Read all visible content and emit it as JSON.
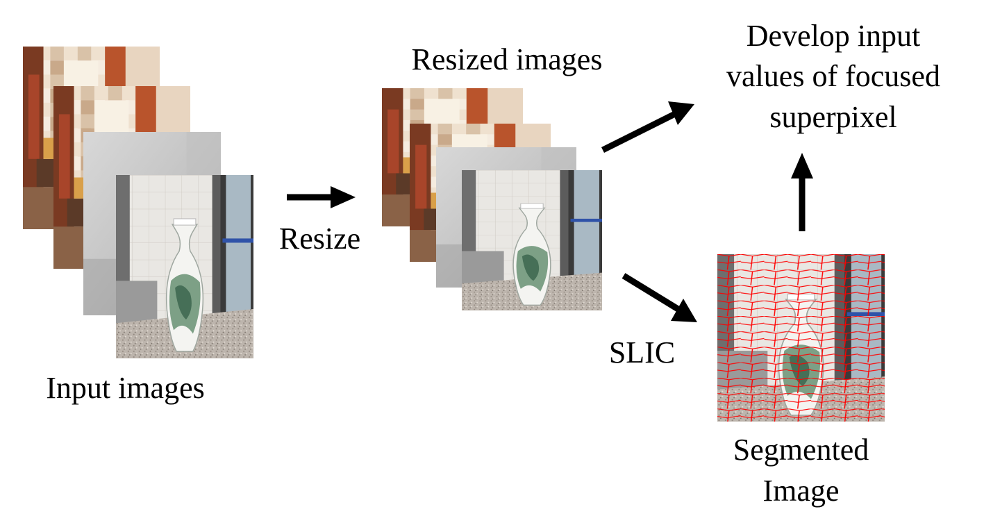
{
  "labels": {
    "input_images": "Input images",
    "resize": "Resize",
    "resized_images": "Resized images",
    "slic": "SLIC",
    "develop_line1": "Develop input",
    "develop_line2": "values of focused",
    "develop_line3": "superpixel",
    "segmented_line1": "Segmented",
    "segmented_line2": "Image"
  },
  "colors": {
    "arrow": "#000000",
    "segment_lines": "#ff0000",
    "background": "#ffffff"
  }
}
